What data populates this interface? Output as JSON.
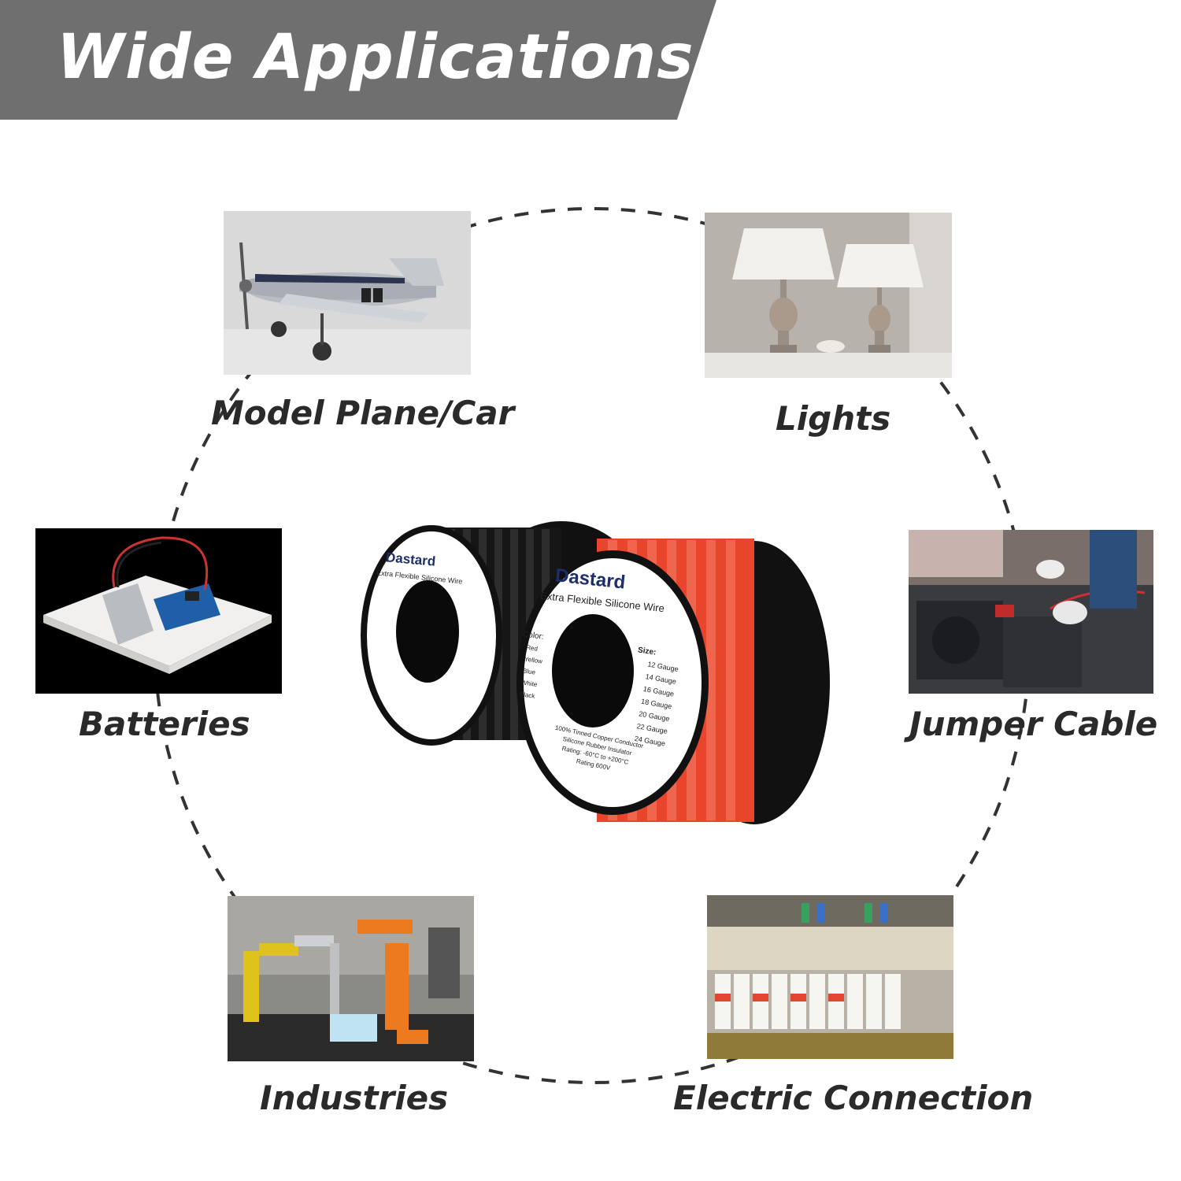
{
  "header": {
    "title": "Wide Applications"
  },
  "applications": [
    {
      "label": "Model Plane/Car",
      "image": "model-plane-photo"
    },
    {
      "label": "Lights",
      "image": "table-lamps-photo"
    },
    {
      "label": "Batteries",
      "image": "battery-breadboard-photo"
    },
    {
      "label": "Jumper Cable",
      "image": "jumper-cable-photo"
    },
    {
      "label": "Industries",
      "image": "industrial-robots-photo"
    },
    {
      "label": "Electric Connection",
      "image": "electrical-panel-photo"
    }
  ],
  "product": {
    "brand": "Dastard",
    "name": "Extra Flexible Silicone Wire",
    "color_heading": "Color:",
    "colors": [
      "Red",
      "Yellow",
      "Blue",
      "White",
      "Black"
    ],
    "size_heading": "Size:",
    "sizes": [
      "12 Gauge",
      "14 Gauge",
      "16 Gauge",
      "18 Gauge",
      "20 Gauge",
      "22 Gauge",
      "24 Gauge"
    ],
    "specs": [
      "100% Tinned Copper Conductor",
      "Silicone Rubber Insulator",
      "Rating: -60°C to +200°C",
      "Rating 600V"
    ],
    "spool_colors": {
      "black": "#161616",
      "red": "#e8452c"
    }
  },
  "colors": {
    "banner": "#6f6f6f",
    "label": "#2a2a2a",
    "dash": "#333333"
  }
}
